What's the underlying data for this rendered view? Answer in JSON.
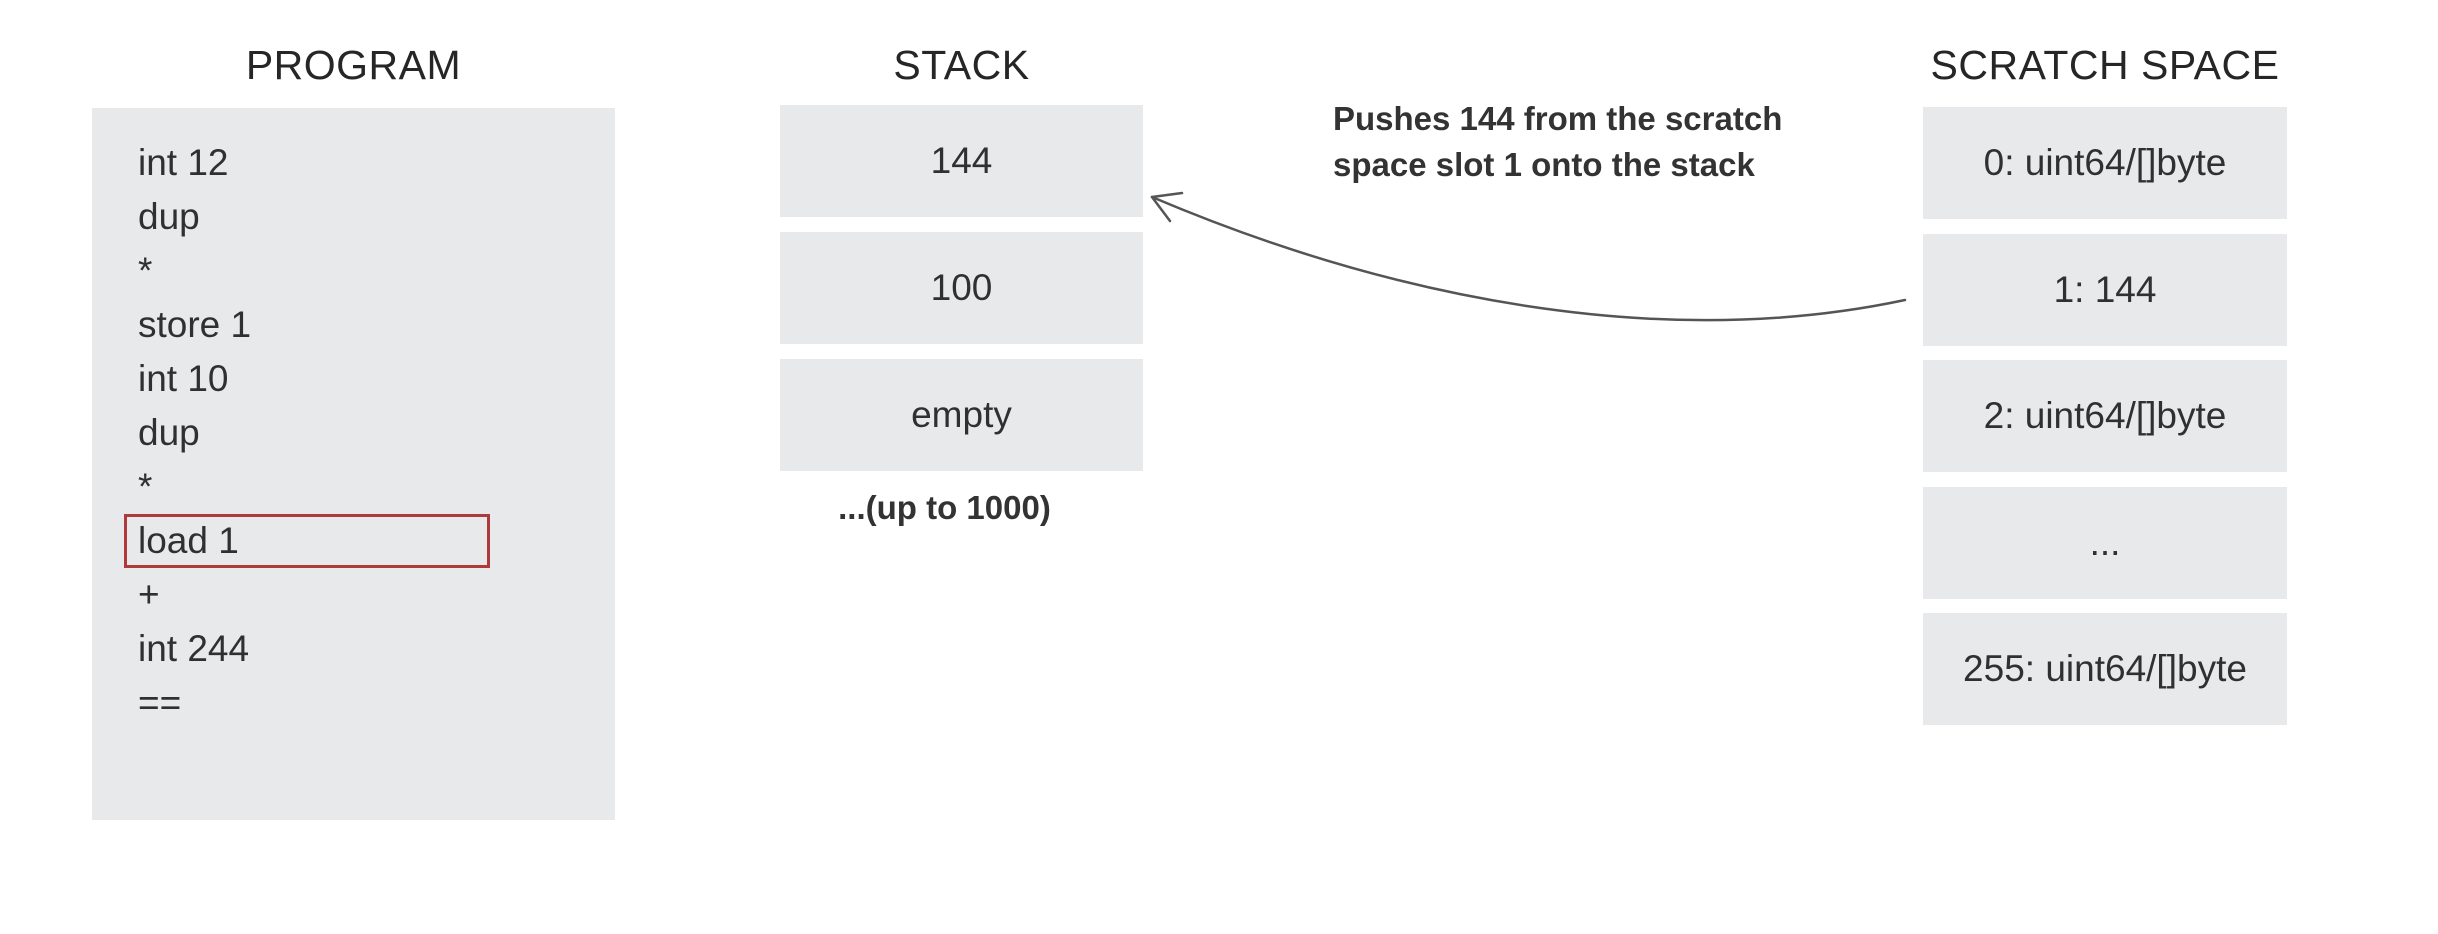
{
  "columns": {
    "program": {
      "title": "PROGRAM",
      "instructions": [
        "int 12",
        "dup",
        "*",
        "store 1",
        "int 10",
        "dup",
        "*",
        "load 1",
        "+",
        "int 244",
        "=="
      ],
      "highlighted_index": 7,
      "highlighted_instruction": "load 1"
    },
    "stack": {
      "title": "STACK",
      "slots": [
        "144",
        "100",
        "empty"
      ],
      "caption": "...(up to 1000)"
    },
    "scratch": {
      "title": "SCRATCH SPACE",
      "slots": [
        "0: uint64/[]byte",
        "1: 144",
        "2: uint64/[]byte",
        "...",
        "255: uint64/[]byte"
      ]
    }
  },
  "annotation": {
    "line1": "Pushes 144 from the scratch",
    "line2": "space slot 1 onto the stack"
  },
  "colors": {
    "box_bg": "#e8e9eb",
    "text": "#303030",
    "highlight_border": "#ae3a3c",
    "arrow": "#555555"
  }
}
